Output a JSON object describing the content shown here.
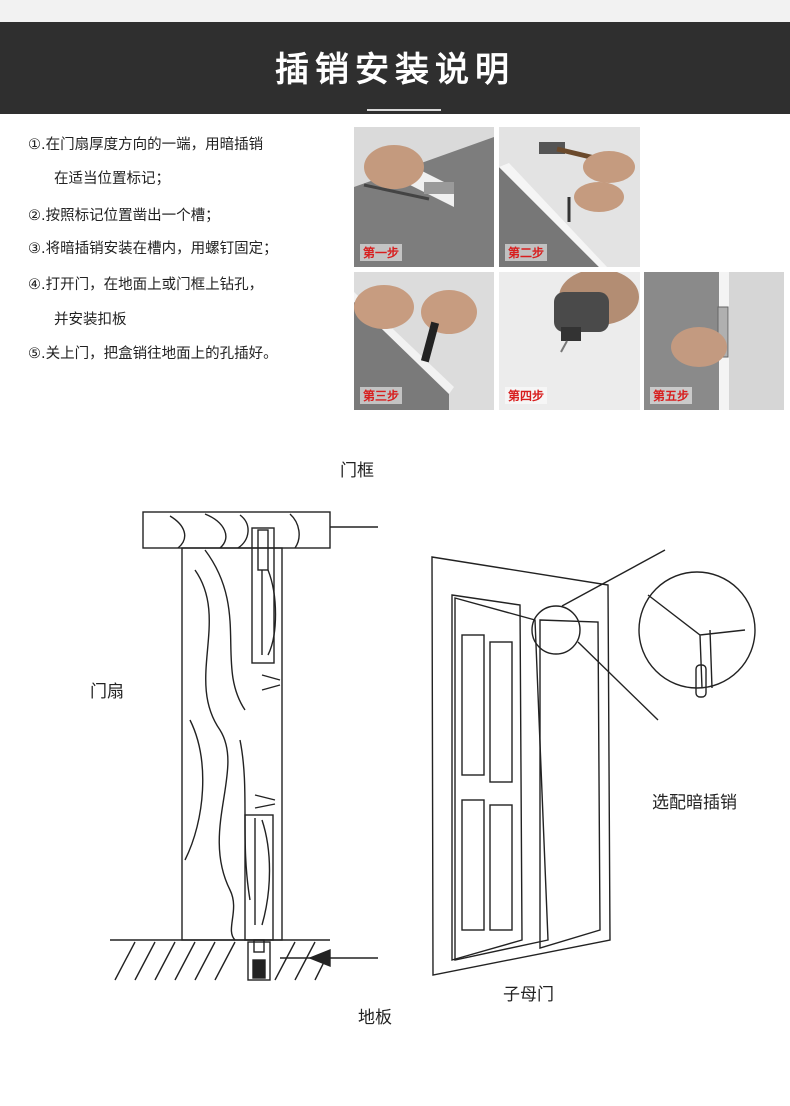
{
  "header": {
    "title": "插销安装说明"
  },
  "steps": [
    "①.在门扇厚度方向的一端，用暗插销",
    "在适当位置标记；",
    "②.按照标记位置凿出一个槽；",
    "③.将暗插销安装在槽内，用螺钉固定；",
    "④.打开门，在地面上或门框上钻孔，",
    "并安装扣板",
    "⑤.关上门，把盒销往地面上的孔插好。"
  ],
  "photos": [
    {
      "tag": "第一步",
      "icon": "marking-pencil-photo"
    },
    {
      "tag": "第二步",
      "icon": "hammer-chisel-photo"
    },
    {
      "tag": "第三步",
      "icon": "screwdriver-photo"
    },
    {
      "tag": "第四步",
      "icon": "drill-photo"
    },
    {
      "tag": "第五步",
      "icon": "bolt-installed-photo"
    }
  ],
  "diagram": {
    "frame_label": "门框",
    "door_leaf_label": "门扇",
    "floor_label": "地板",
    "double_door_label": "子母门",
    "optional_bolt_label": "选配暗插销"
  }
}
